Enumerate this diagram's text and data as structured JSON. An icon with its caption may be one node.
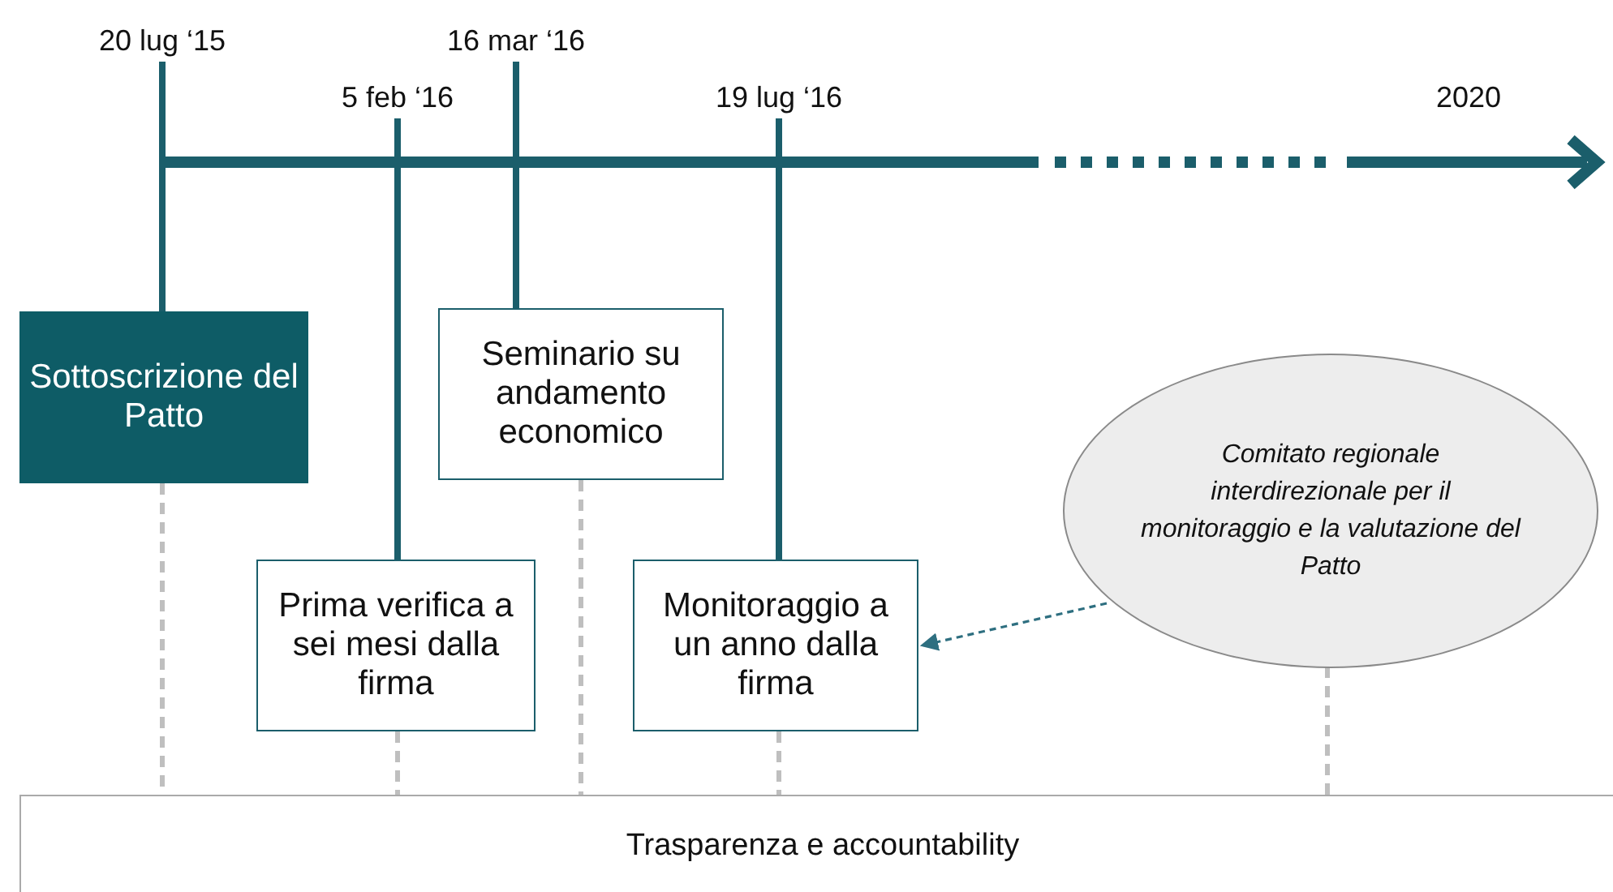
{
  "diagram": {
    "nodes": [
      {
        "text": [
          "20 lug ‘15"
        ]
      },
      {
        "text": [
          "5 feb ‘16"
        ]
      },
      {
        "text": [
          "16 mar ‘16"
        ]
      },
      {
        "text": [
          "19 lug ‘16"
        ]
      },
      {
        "text": [
          "2020"
        ]
      },
      {
        "text": [
          "Sottoscrizione del Patto"
        ]
      },
      {
        "text": [
          "Seminario su andamento economico"
        ]
      },
      {
        "text": [
          "Prima verifica a sei mesi dalla firma"
        ]
      },
      {
        "text": [
          "Monitoraggio a un anno dalla firma"
        ]
      },
      {
        "text": [
          "Comitato regionale interdirezionale per il monitoraggio e la valutazione del Patto"
        ]
      },
      {
        "text": [
          "Trasparenza e accountability"
        ]
      }
    ],
    "edges": [
      {
        "from": 0,
        "to": 5,
        "arrow": "none",
        "color": "#1b5e6b"
      },
      {
        "from": 1,
        "to": 7,
        "arrow": "none",
        "color": "#1b5e6b"
      },
      {
        "from": 2,
        "to": 6,
        "arrow": "none",
        "color": "#1b5e6b"
      },
      {
        "from": 3,
        "to": 8,
        "arrow": "none",
        "color": "#1b5e6b"
      },
      {
        "from": 9,
        "to": 8,
        "arrow": "to",
        "style": "dashed",
        "color": "#2e6f80"
      },
      {
        "from": 5,
        "to": 10,
        "arrow": "none",
        "style": "dashed"
      },
      {
        "from": 7,
        "to": 10,
        "arrow": "none",
        "style": "dashed"
      },
      {
        "from": 6,
        "to": 10,
        "arrow": "none",
        "style": "dashed"
      },
      {
        "from": 8,
        "to": 10,
        "arrow": "none",
        "style": "dashed"
      },
      {
        "from": 9,
        "to": 10,
        "arrow": "none",
        "style": "dashed"
      }
    ]
  }
}
